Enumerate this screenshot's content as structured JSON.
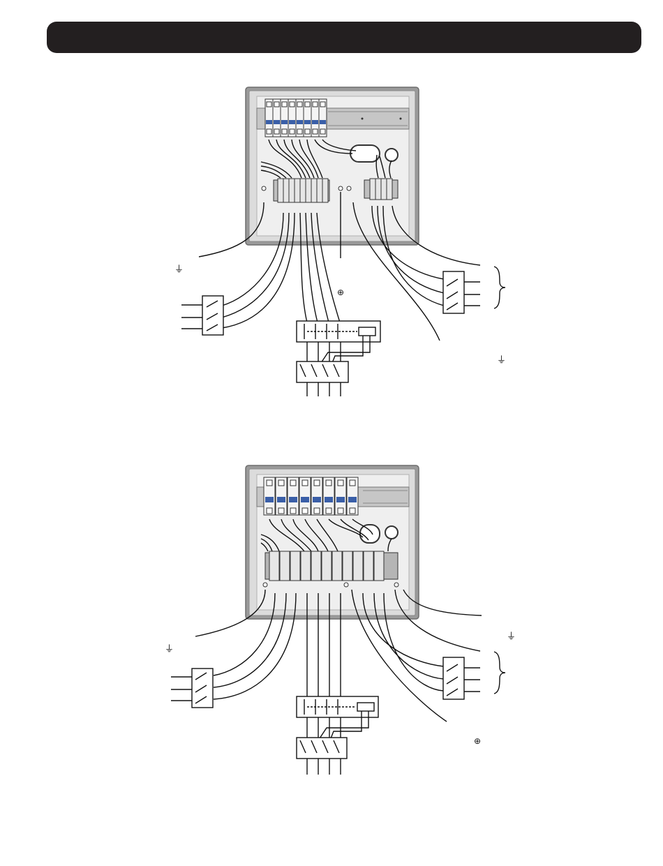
{
  "header": {
    "title": ""
  },
  "symbols": {
    "ground": "⏚",
    "protective_earth": "⊕"
  },
  "colors": {
    "header_bar": "#231f20",
    "panel_fill": "#d9d9d9",
    "panel_border": "#808080",
    "breaker_handle": "#3a5fa8",
    "wire": "#111111"
  },
  "diagrams": [
    {
      "id": "top-wiring-diagram",
      "breakers": 8,
      "bridge_terminals": 9,
      "right_terminals": 4
    },
    {
      "id": "bottom-wiring-diagram",
      "breakers": 8,
      "bridge_terminals": 11,
      "right_terminals": 0
    }
  ]
}
